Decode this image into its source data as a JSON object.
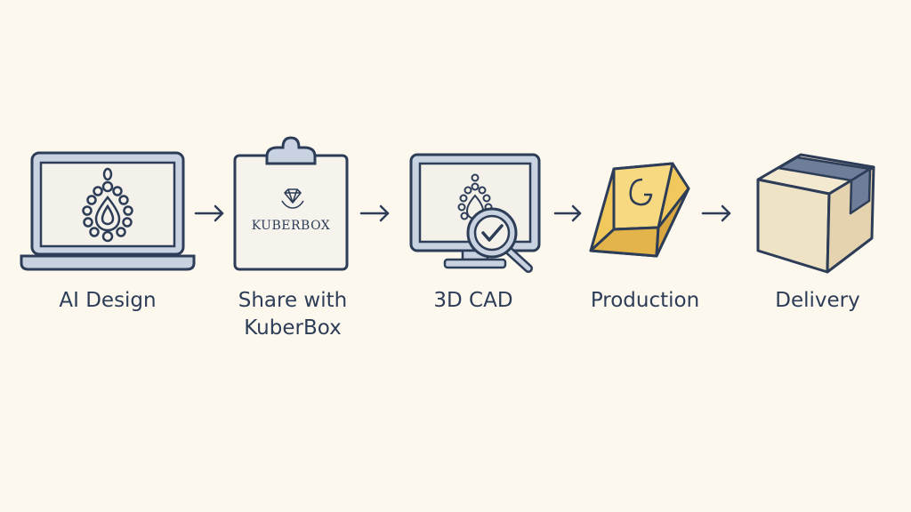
{
  "steps": [
    {
      "label": "AI Design",
      "icon": "laptop-pendant-icon"
    },
    {
      "label": "Share with\nKuberBox",
      "icon": "clipboard-icon"
    },
    {
      "label": "3D CAD",
      "icon": "monitor-magnifier-icon"
    },
    {
      "label": "Production",
      "icon": "gold-bar-icon"
    },
    {
      "label": "Delivery",
      "icon": "box-icon"
    }
  ],
  "clipboard": {
    "brand": "KUBERBOX"
  },
  "colors": {
    "background": "#fcf8ee",
    "stroke": "#2d3d57",
    "frame": "#c8d2e0",
    "screen": "#f3f1ea",
    "gold": "#f1c85c",
    "box": "#efe3c6",
    "tape": "#6e7e99"
  }
}
